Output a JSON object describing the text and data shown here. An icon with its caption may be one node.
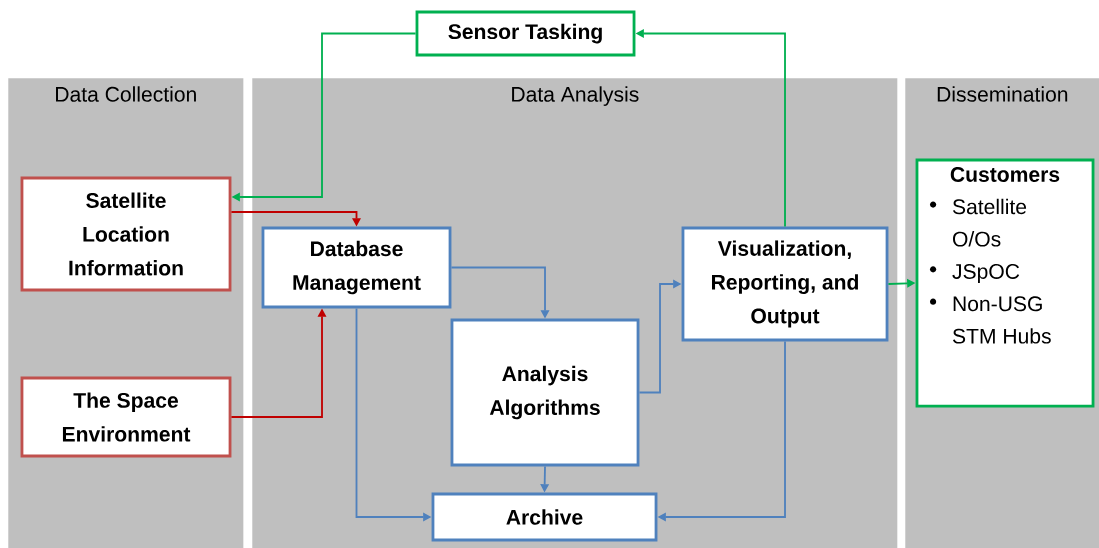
{
  "diagram": {
    "nodes": [
      {
        "text": [
          "Data Collection"
        ]
      },
      {
        "text": [
          "Data Analysis"
        ]
      },
      {
        "text": [
          "Dissemination"
        ]
      },
      {
        "text": [
          "Sensor Tasking"
        ]
      },
      {
        "text": [
          "Satellite Location Information"
        ],
        "in": 0
      },
      {
        "text": [
          "The Space Environment"
        ],
        "in": 0
      },
      {
        "text": [
          "Database Management"
        ],
        "in": 1
      },
      {
        "text": [
          "Analysis Algorithms"
        ],
        "in": 1
      },
      {
        "text": [
          "Visualization, Reporting, and Output"
        ],
        "in": 1
      },
      {
        "text": [
          "Archive"
        ],
        "in": 1
      },
      {
        "text": [
          "Customers",
          "Satellite O/Os",
          "JSpOC",
          "Non-USG STM Hubs"
        ],
        "in": 2
      }
    ],
    "edges": [
      {
        "from": 3,
        "to": 4,
        "arrow": "to",
        "color": "#00b050"
      },
      {
        "from": 8,
        "to": 3,
        "arrow": "to",
        "color": "#00b050"
      },
      {
        "from": 4,
        "to": 6,
        "arrow": "to",
        "color": "#c00000"
      },
      {
        "from": 5,
        "to": 6,
        "arrow": "to",
        "color": "#c00000"
      },
      {
        "from": 6,
        "to": 7,
        "arrow": "to"
      },
      {
        "from": 7,
        "to": 8,
        "arrow": "to"
      },
      {
        "from": 6,
        "to": 9,
        "arrow": "to"
      },
      {
        "from": 7,
        "to": 9,
        "arrow": "to"
      },
      {
        "from": 8,
        "to": 9,
        "arrow": "to"
      },
      {
        "from": 8,
        "to": 10,
        "arrow": "to",
        "color": "#00b050"
      }
    ]
  }
}
